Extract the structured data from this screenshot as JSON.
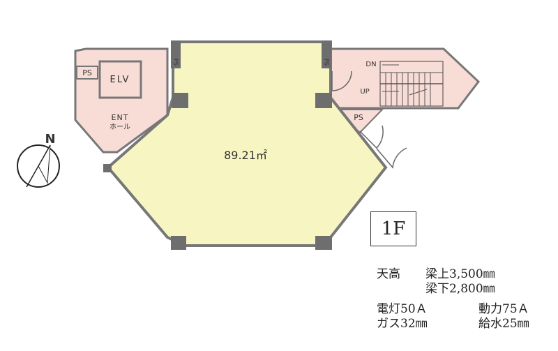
{
  "floor_plan": {
    "floor_label": "1F",
    "main_room": {
      "area": "89.21㎡"
    },
    "rooms": {
      "elevator": "ELV",
      "entrance_line1": "ENT",
      "entrance_line2": "ホール",
      "ps_top_left": "PS",
      "ps_column_left": "PS",
      "ps_column_right": "PS",
      "ps_stairs": "PS",
      "stairs_down": "DN",
      "stairs_up": "UP"
    },
    "compass": {
      "north": "N"
    }
  },
  "specs": {
    "ceiling_label": "天高",
    "ceiling_beam_top": "梁上3,500㎜",
    "ceiling_beam_bottom": "梁下2,800㎜",
    "electric_light": "電灯50Ａ",
    "power": "動力75Ａ",
    "gas": "ガス32㎜",
    "water": "給水25㎜"
  },
  "colors": {
    "main_room": "#f7f6c3",
    "core": "#f8dcd6",
    "wall": "#777777",
    "column": "#6e6e6e"
  }
}
